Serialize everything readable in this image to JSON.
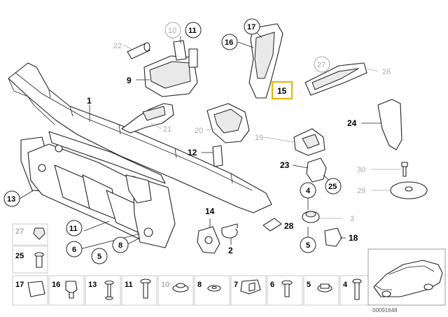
{
  "diagram": {
    "highlighted_part": "15",
    "reference_number": "00091648"
  },
  "callouts": {
    "c1": "1",
    "c2": "2",
    "c3": "3",
    "c4": "4",
    "c5": "5",
    "c6": "6",
    "c8": "8",
    "c9": "9",
    "c11": "11",
    "c12": "12",
    "c13": "13",
    "c14": "14",
    "c15": "15",
    "c16": "16",
    "c17": "17",
    "c18": "18",
    "c19": "19",
    "c20": "20",
    "c21": "21",
    "c22": "22",
    "c23": "23",
    "c24": "24",
    "c25": "25",
    "c26": "26",
    "c27": "27",
    "c28": "28",
    "c29": "29",
    "c30": "30",
    "c5b": "5",
    "c10": "10",
    "c11b": "11"
  },
  "legend": {
    "left_col": [
      "27",
      "25"
    ],
    "bottom_row": [
      "17",
      "16",
      "13",
      "11",
      "10",
      "8",
      "7",
      "6",
      "5",
      "4"
    ]
  }
}
